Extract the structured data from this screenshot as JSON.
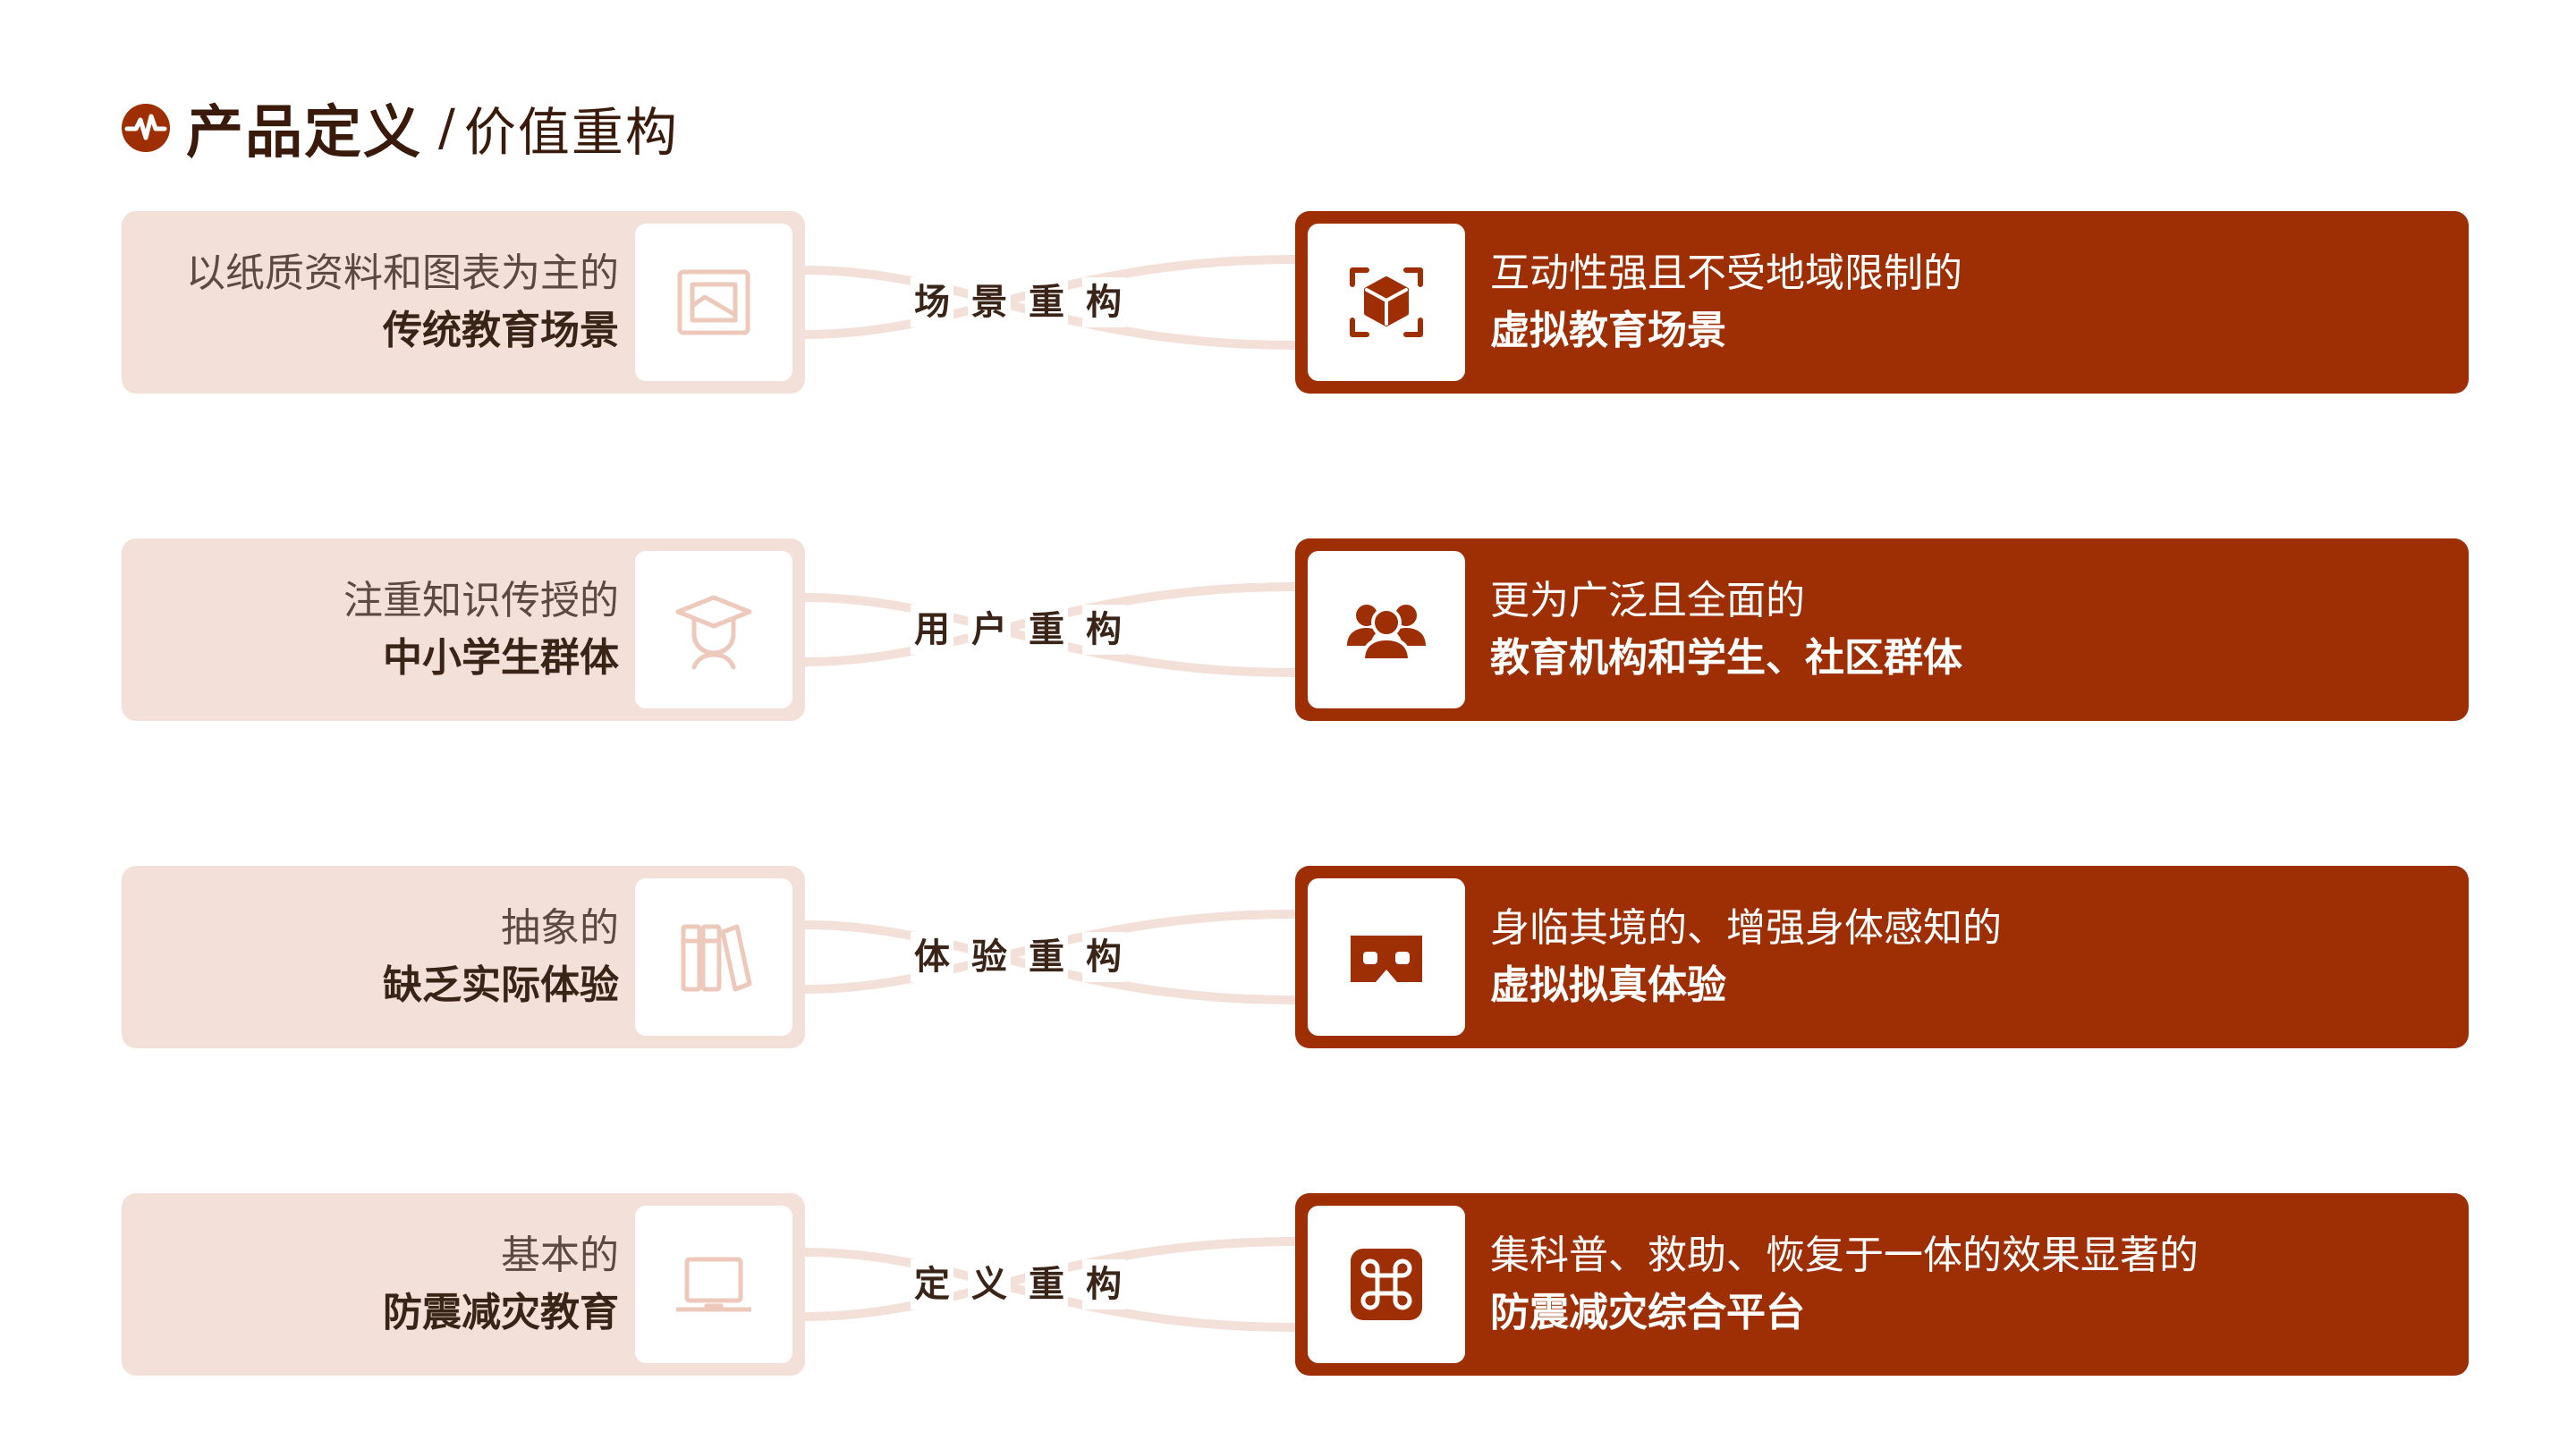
{
  "header": {
    "title_main": "产品定义",
    "separator": "/",
    "title_sub": "价值重构",
    "logo_icon": "pulse-logo-icon"
  },
  "colors": {
    "accent": "#9e2f05",
    "light_card": "#f3e0d8",
    "dark_text": "#3a1a0a"
  },
  "rows": [
    {
      "left": {
        "line1": "以纸质资料和图表为主的",
        "line2": "传统教育场景",
        "icon": "picture-frame-icon"
      },
      "connector": [
        "场",
        "景",
        "重",
        "构"
      ],
      "right": {
        "line1": "互动性强且不受地域限制的",
        "line2": "虚拟教育场景",
        "icon": "3d-cube-scan-icon"
      }
    },
    {
      "left": {
        "line1": "注重知识传授的",
        "line2": "中小学生群体",
        "icon": "graduate-student-icon"
      },
      "connector": [
        "用",
        "户",
        "重",
        "构"
      ],
      "right": {
        "line1": "更为广泛且全面的",
        "line2": "教育机构和学生、社区群体",
        "icon": "user-group-icon"
      }
    },
    {
      "left": {
        "line1": "抽象的",
        "line2": "缺乏实际体验",
        "icon": "books-icon"
      },
      "connector": [
        "体",
        "验",
        "重",
        "构"
      ],
      "right": {
        "line1": "身临其境的、增强身体感知的",
        "line2": "虚拟拟真体验",
        "icon": "vr-headset-icon"
      }
    },
    {
      "left": {
        "line1": "基本的",
        "line2": "防震减灾教育",
        "icon": "laptop-icon"
      },
      "connector": [
        "定",
        "义",
        "重",
        "构"
      ],
      "right": {
        "line1": "集科普、救助、恢复于一体的效果显著的",
        "line2": "防震减灾综合平台",
        "icon": "command-key-icon"
      }
    }
  ]
}
